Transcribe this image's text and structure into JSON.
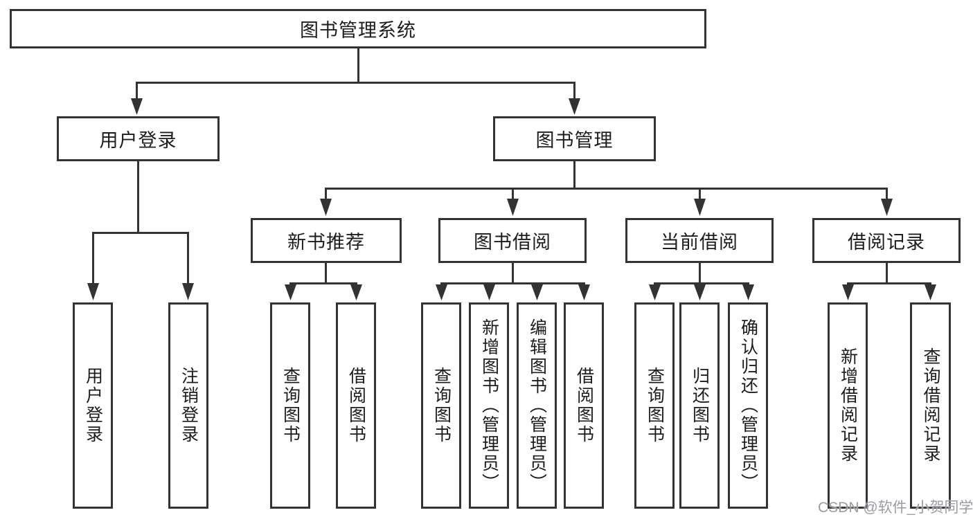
{
  "diagram": {
    "root": {
      "label": "图书管理系统"
    },
    "level2": {
      "user_login": {
        "label": "用户登录"
      },
      "book_mgmt": {
        "label": "图书管理"
      }
    },
    "level3": {
      "new_book_rec": {
        "label": "新书推荐"
      },
      "book_borrow": {
        "label": "图书借阅"
      },
      "current_borrow": {
        "label": "当前借阅"
      },
      "borrow_record": {
        "label": "借阅记录"
      }
    },
    "leaves": {
      "login": {
        "label": "用户登录"
      },
      "logout": {
        "label": "注销登录"
      },
      "nb_query": {
        "label": "查询图书"
      },
      "nb_borrow": {
        "label": "借阅图书"
      },
      "bb_query": {
        "label": "查询图书"
      },
      "bb_add": {
        "label": "新增图书（管理员）"
      },
      "bb_edit": {
        "label": "编辑图书（管理员）"
      },
      "bb_borrow": {
        "label": "借阅图书"
      },
      "cb_query": {
        "label": "查询图书"
      },
      "cb_return": {
        "label": "归还图书"
      },
      "cb_confirm": {
        "label": "确认归还（管理员）"
      },
      "br_add": {
        "label": "新增借阅记录"
      },
      "br_query": {
        "label": "查询借阅记录"
      }
    },
    "watermark": "CSDN @软件_小贺同学",
    "colors": {
      "line": "#333333",
      "text": "#1c1c1c",
      "watermark": "#9b9ba3",
      "background": "#ffffff"
    }
  }
}
